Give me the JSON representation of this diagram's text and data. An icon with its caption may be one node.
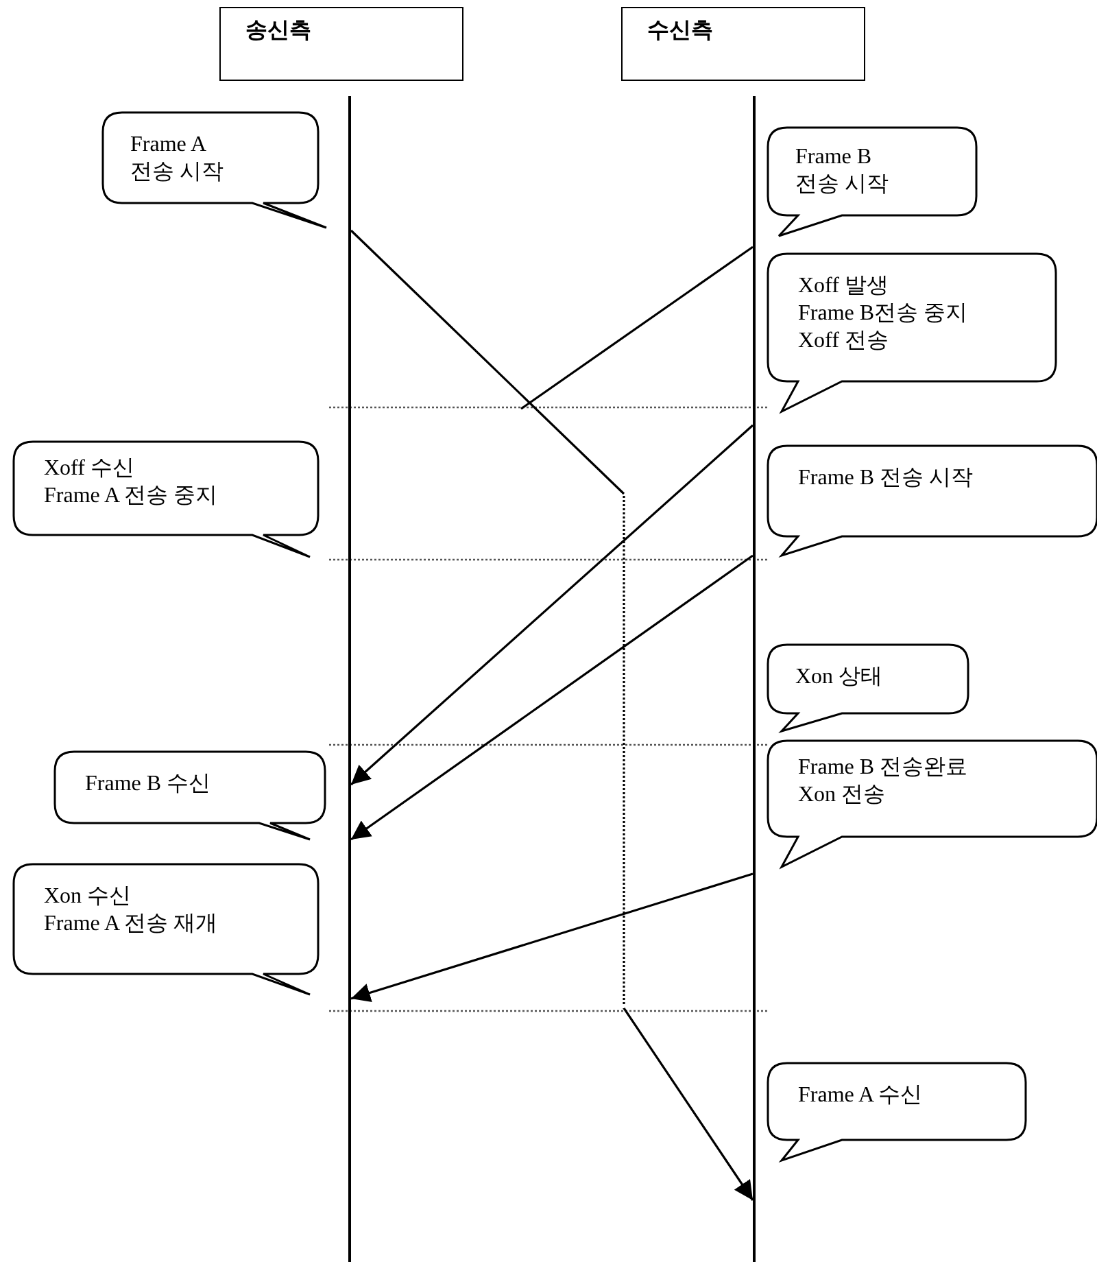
{
  "diagram": {
    "nodes": [
      {
        "text": [
          "송신측"
        ]
      },
      {
        "text": [
          "수신측"
        ]
      },
      {
        "text": [],
        "shape": "bar"
      },
      {
        "text": [],
        "shape": "bar"
      },
      {
        "text": [
          "Frame A 전송 시작"
        ]
      },
      {
        "text": [
          "Frame B 전송 시작"
        ]
      },
      {
        "text": [
          "Xoff 발생",
          "Frame B전송 중지",
          "Xoff 전송"
        ]
      },
      {
        "text": [
          "Xoff 수신",
          "Frame A 전송 중지"
        ]
      },
      {
        "text": [
          "Frame B 전송 시작"
        ]
      },
      {
        "text": [
          "Xon 상태"
        ]
      },
      {
        "text": [
          "Frame B 수신"
        ]
      },
      {
        "text": [
          "Frame B 전송완료",
          "Xon 전송"
        ]
      },
      {
        "text": [
          "Xon 수신",
          "Frame A 전송 재개"
        ]
      },
      {
        "text": [
          "Frame A 수신"
        ]
      }
    ],
    "edges": [
      {
        "from": 2,
        "to": 3,
        "arrow": "to",
        "style": "dashed"
      },
      {
        "from": 3,
        "to": null,
        "arrow": "none"
      },
      {
        "from": 3,
        "to": 2,
        "arrow": "to"
      },
      {
        "from": 3,
        "to": 2,
        "arrow": "to"
      },
      {
        "from": 3,
        "to": 2,
        "arrow": "to"
      }
    ]
  }
}
